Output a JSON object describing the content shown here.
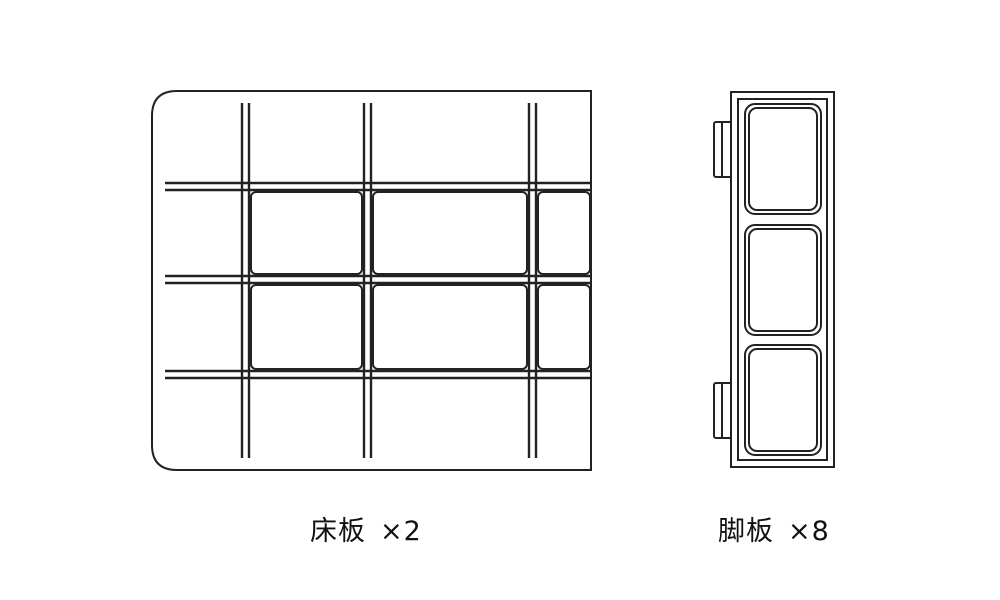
{
  "parts": {
    "floor_board": {
      "name": "床板",
      "quantity": "×2"
    },
    "leg_board": {
      "name": "脚板",
      "quantity": "×8"
    }
  },
  "colors": {
    "line": "#222222",
    "fill": "#ffffff"
  }
}
